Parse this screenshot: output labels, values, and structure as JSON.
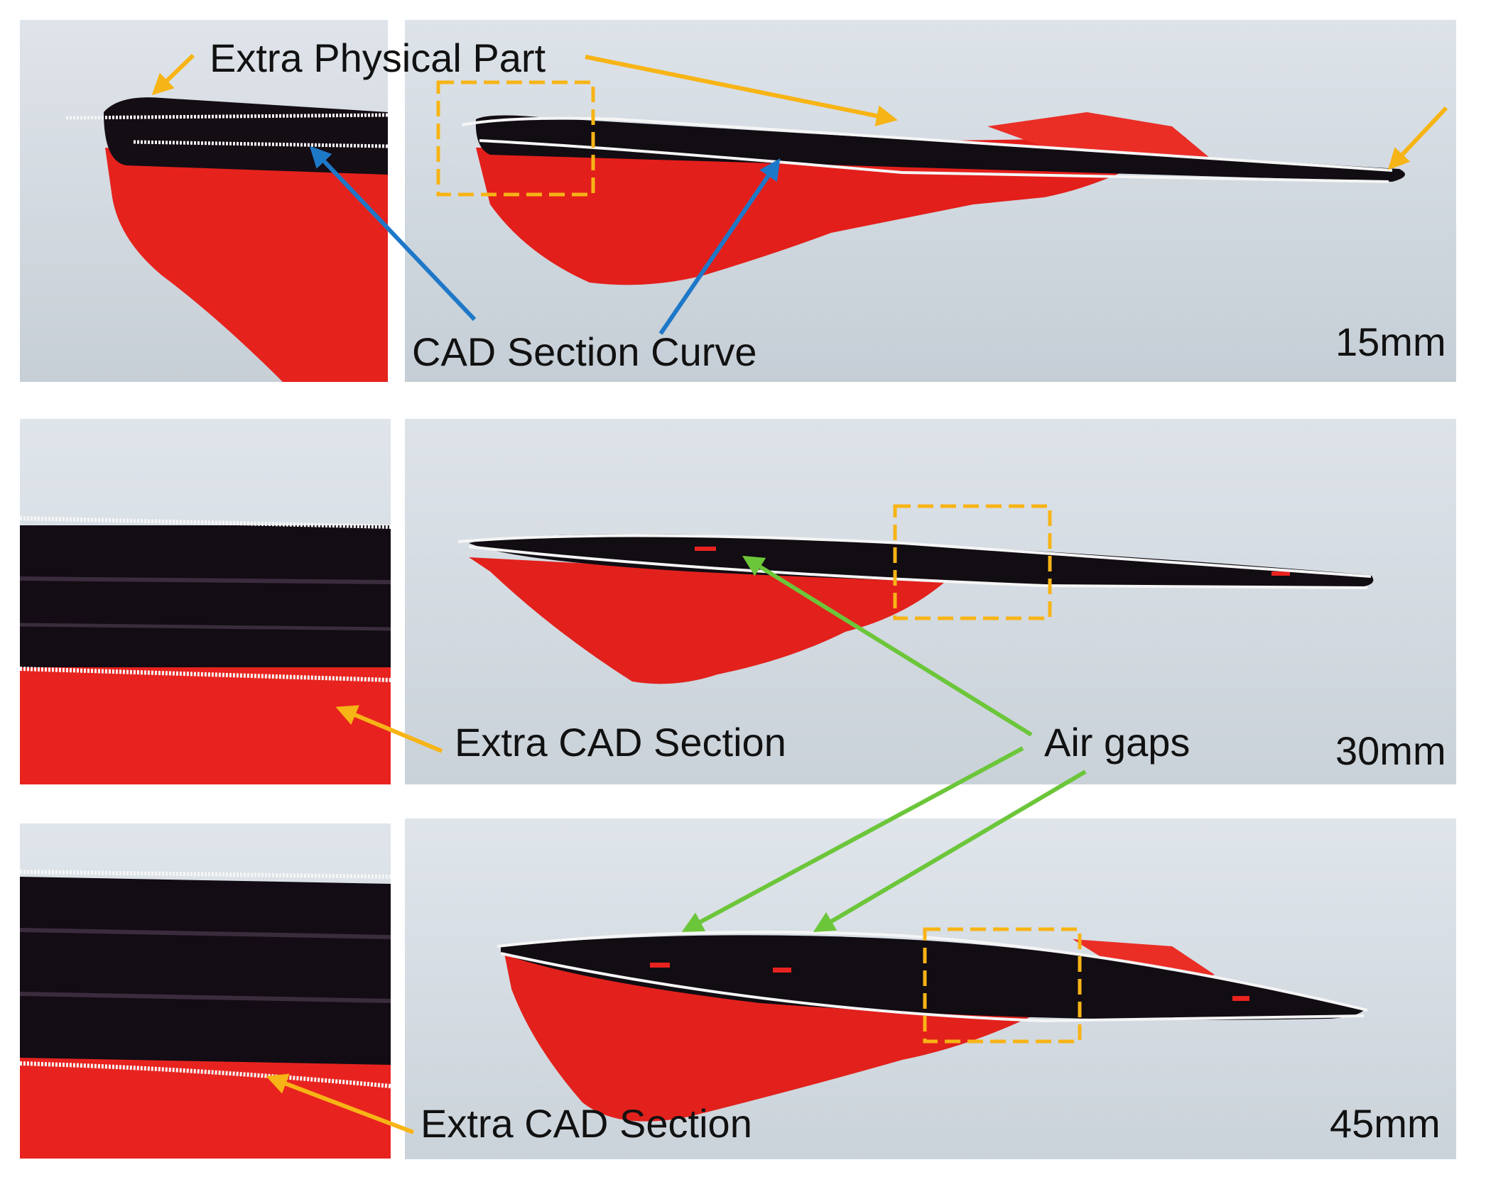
{
  "colors": {
    "background": "#ffffff",
    "sky_light": "#dde3e9",
    "sky_mid": "#c9d2da",
    "part_red": "#e8231f",
    "filament_black": "#110c12",
    "curve_white": "#f4f4f4",
    "annotation_orange": "#f7b416",
    "annotation_blue": "#1e78c8",
    "annotation_green": "#6cc63a"
  },
  "rows": [
    {
      "id": "row-15mm",
      "height_label": "15mm"
    },
    {
      "id": "row-30mm",
      "height_label": "30mm"
    },
    {
      "id": "row-45mm",
      "height_label": "45mm"
    }
  ],
  "annotations": {
    "extra_physical_part": "Extra Physical Part",
    "cad_section_curve": "CAD Section Curve",
    "extra_cad_section_1": "Extra CAD Section",
    "air_gaps": "Air gaps",
    "extra_cad_section_2": "Extra CAD Section"
  }
}
